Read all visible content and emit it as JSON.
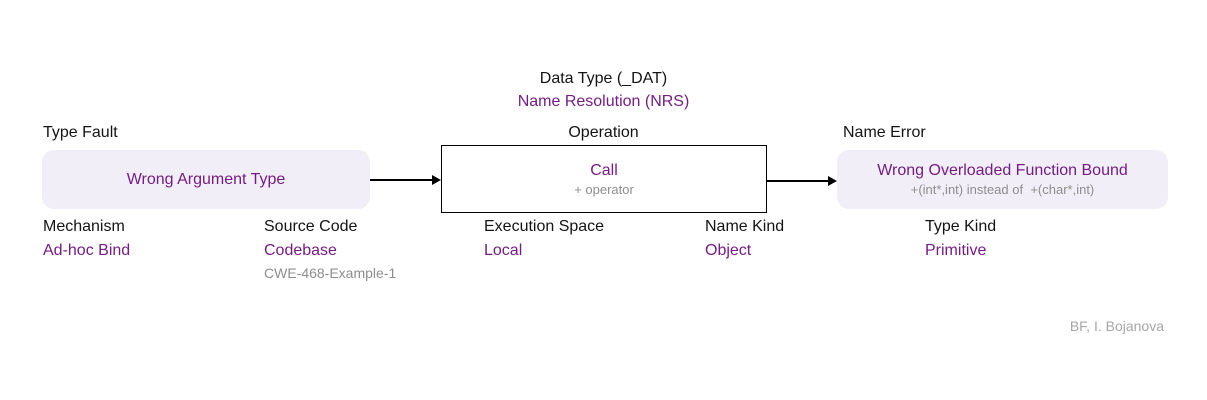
{
  "header": {
    "line1": "Data Type (_DAT)",
    "line2": "Name Resolution (NRS)"
  },
  "flow": {
    "cause": {
      "label": "Type Fault",
      "value": "Wrong Argument Type"
    },
    "operation": {
      "label": "Operation",
      "value": "Call",
      "detail": "+ operator"
    },
    "consequence": {
      "label": "Name Error",
      "value": "Wrong Overloaded Function Bound",
      "detail": "+(int*,int) instead of  +(char*,int)"
    }
  },
  "attributes": [
    {
      "label": "Mechanism",
      "value": "Ad-hoc Bind",
      "detail": ""
    },
    {
      "label": "Source Code",
      "value": "Codebase",
      "detail": "CWE-468-Example-1"
    },
    {
      "label": "Execution Space",
      "value": "Local",
      "detail": ""
    },
    {
      "label": "Name Kind",
      "value": "Object",
      "detail": ""
    },
    {
      "label": "Type Kind",
      "value": "Primitive",
      "detail": ""
    }
  ],
  "footer": {
    "credit": "BF, I. Bojanova"
  },
  "colors": {
    "accent": "#731e80",
    "box_bg": "#f2eef7",
    "muted": "#8e8e8e",
    "text": "#141414",
    "credit_gray": "#a6a6a6"
  }
}
